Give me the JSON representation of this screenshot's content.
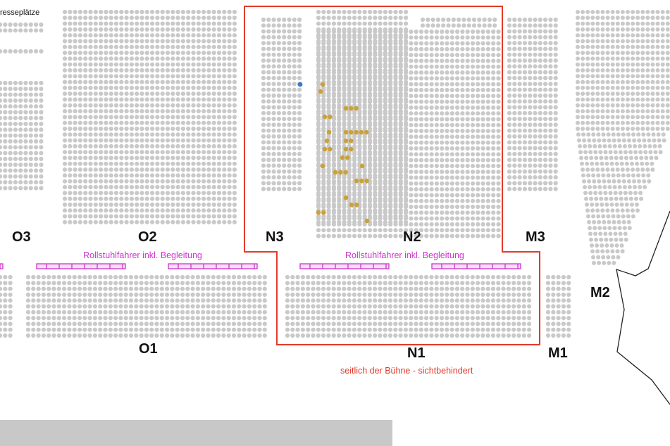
{
  "header_text": "resseplätze",
  "blocks": {
    "o3": "O3",
    "o2": "O2",
    "o1": "O1",
    "n3": "N3",
    "n2": "N2",
    "n1": "N1",
    "m3": "M3",
    "m2": "M2",
    "m1": "M1"
  },
  "notes": {
    "wheelchair_left": "Rollstuhlfahrer inkl. Begleitung",
    "wheelchair_right": "Rollstuhlfahrer inkl. Begleitung",
    "side_view": "seitlich der Bühne - sichtbehindert"
  },
  "colors": {
    "seat": "#c9c9c9",
    "seat_available": "#c9a23a",
    "seat_selected": "#3a7bc8",
    "highlight_outline": "#e23a2a",
    "wheelchair": "#cc33cc",
    "stage": "#c8c8c8"
  }
}
